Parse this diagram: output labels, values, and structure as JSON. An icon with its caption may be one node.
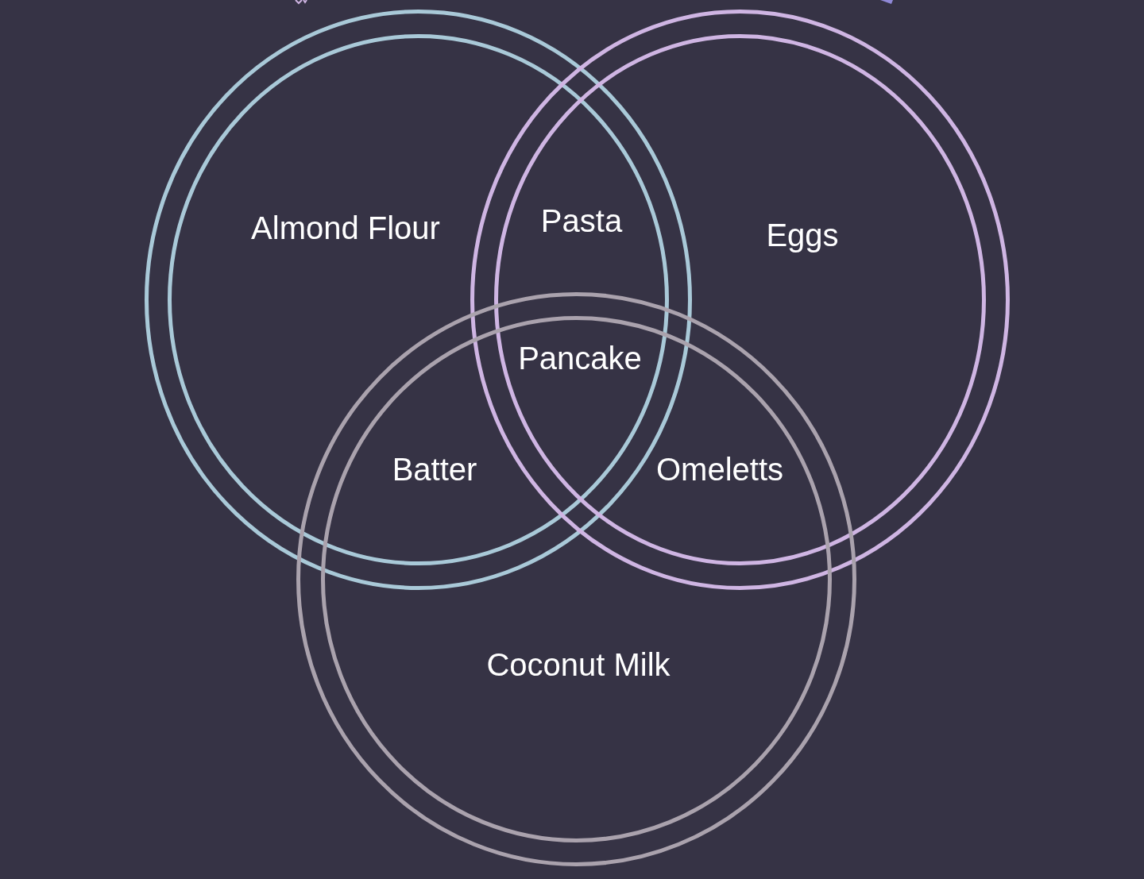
{
  "diagram": {
    "nodes": [
      {
        "text": [
          "Almond Flour"
        ]
      },
      {
        "text": [
          "Eggs"
        ]
      },
      {
        "text": [
          "Coconut Milk"
        ]
      }
    ],
    "labels": [
      "Pasta",
      "Pancake",
      "Batter",
      "Omeletts"
    ]
  }
}
